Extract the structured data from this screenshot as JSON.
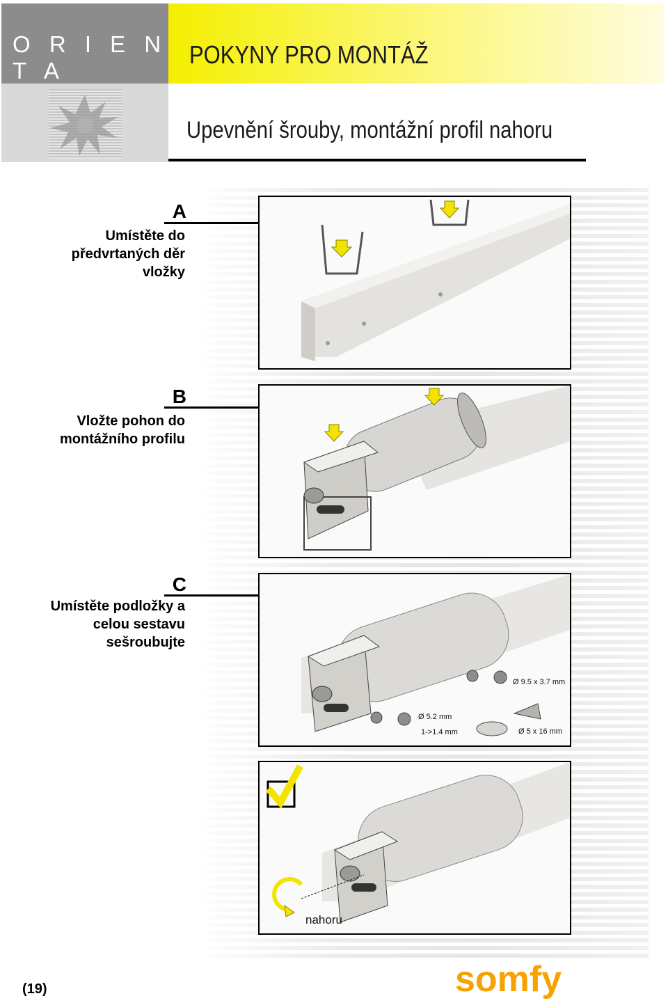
{
  "header": {
    "brand": "O R I E N T A",
    "title": "POKYNY PRO MONTÁŽ",
    "subtitle": "Upevnění šrouby, montážní profil nahoru"
  },
  "steps": [
    {
      "letter": "A",
      "text": "Umístěte do\npředvrtaných děr\nvložky"
    },
    {
      "letter": "B",
      "text": "Vložte pohon do\nmontážního profilu"
    },
    {
      "letter": "C",
      "text": "Umístěte podložky a\ncelou sestavu\nsešroubujte"
    }
  ],
  "panel_c_labels": {
    "washer_dim": "Ø 9.5 x 3.7 mm",
    "hole_dim": "Ø 5.2 mm",
    "thickness_dim": "1->1.4 mm",
    "screw_dim": "Ø 5 x 16 mm"
  },
  "panel_d_labels": {
    "direction": "nahoru"
  },
  "footer": {
    "page_number": "(19)",
    "logo_text": "somfy"
  },
  "colors": {
    "brand_gray": "#8c8c8c",
    "header_yellow": "#f4ef00",
    "arrow_yellow": "#f2e400",
    "logo_orange": "#f4a300"
  }
}
